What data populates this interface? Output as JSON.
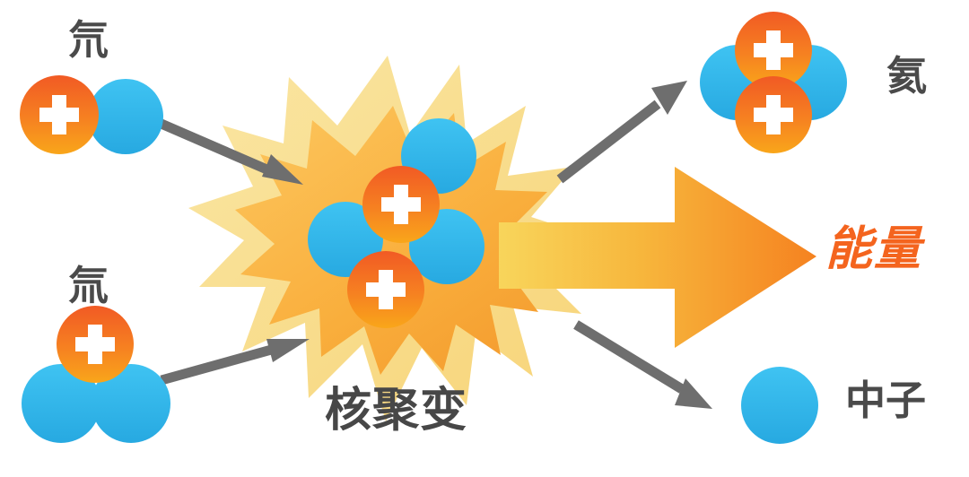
{
  "diagram": {
    "title": "核聚变",
    "description": "Nuclear fusion reaction diagram: deuterium plus tritium yields helium, a neutron, and energy.",
    "background_color": "#ffffff"
  },
  "colors": {
    "proton_top": "#F15A24",
    "proton_bottom": "#F9A61A",
    "neutron_top": "#3CC0F0",
    "neutron_bottom": "#29ABE2",
    "burst_outer": "#F8DE8E",
    "burst_inner": "#F9AE3C",
    "arrow_gray": "#6E6E6E",
    "energy_arrow_left": "#F6C948",
    "energy_arrow_right": "#F7941E",
    "label_text": "#4a4a4a",
    "energy_text": "#F4641E",
    "charge_symbol": "#ffffff"
  },
  "labels": {
    "deuterium": "氘",
    "tritium": "氚",
    "helium": "氦",
    "neutron": "中子",
    "fusion": "核聚变",
    "energy": "能量"
  },
  "particles": {
    "proton_symbol": "+",
    "neutron_symbol": ""
  },
  "reactants": [
    {
      "name": "deuterium",
      "label": "氘",
      "protons": 1,
      "neutrons": 1,
      "position": "top-left"
    },
    {
      "name": "tritium",
      "label": "氚",
      "protons": 1,
      "neutrons": 2,
      "position": "bottom-left"
    }
  ],
  "products": [
    {
      "name": "helium",
      "label": "氦",
      "protons": 2,
      "neutrons": 2,
      "position": "top-right"
    },
    {
      "name": "neutron",
      "label": "中子",
      "protons": 0,
      "neutrons": 1,
      "position": "bottom-right"
    },
    {
      "name": "energy",
      "label": "能量",
      "position": "middle-right"
    }
  ],
  "fusion_core": {
    "label": "核聚变",
    "protons": 2,
    "neutrons": 3,
    "burst_points": 16
  },
  "arrows": [
    {
      "name": "deuterium-to-core",
      "direction": "down-right",
      "color": "#6E6E6E"
    },
    {
      "name": "tritium-to-core",
      "direction": "up-right",
      "color": "#6E6E6E"
    },
    {
      "name": "core-to-helium",
      "direction": "up-right",
      "color": "#6E6E6E"
    },
    {
      "name": "core-to-neutron",
      "direction": "down-right",
      "color": "#6E6E6E"
    },
    {
      "name": "core-to-energy",
      "direction": "right",
      "color": "#F7941E"
    }
  ]
}
